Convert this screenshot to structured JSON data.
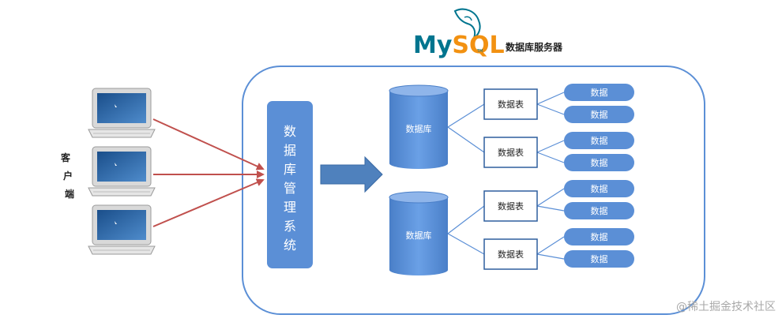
{
  "header": {
    "logo_text": "MySQL",
    "logo_tm": "TM",
    "server_label": "数据库服务器"
  },
  "client": {
    "label_chars": [
      "客",
      "户",
      "端"
    ],
    "laptop_count": 3
  },
  "dbms": {
    "label_chars": [
      "数",
      "据",
      "库",
      "管",
      "理",
      "系",
      "统"
    ]
  },
  "databases": [
    {
      "label": "数据库",
      "tables": [
        {
          "label": "数据表",
          "data": [
            "数据",
            "数据"
          ]
        },
        {
          "label": "数据表",
          "data": [
            "数据",
            "数据"
          ]
        }
      ]
    },
    {
      "label": "数据库",
      "tables": [
        {
          "label": "数据表",
          "data": [
            "数据",
            "数据"
          ]
        },
        {
          "label": "数据表",
          "data": [
            "数据",
            "数据"
          ]
        }
      ]
    }
  ],
  "watermark": "@稀土掘金技术社区",
  "colors": {
    "accent_blue": "#5b8fd6",
    "dark_blue": "#2f5f9e",
    "frame_border": "#5b8fd6",
    "arrow_red": "#c0504d",
    "mysql_teal": "#00758f",
    "mysql_orange": "#f29111"
  }
}
